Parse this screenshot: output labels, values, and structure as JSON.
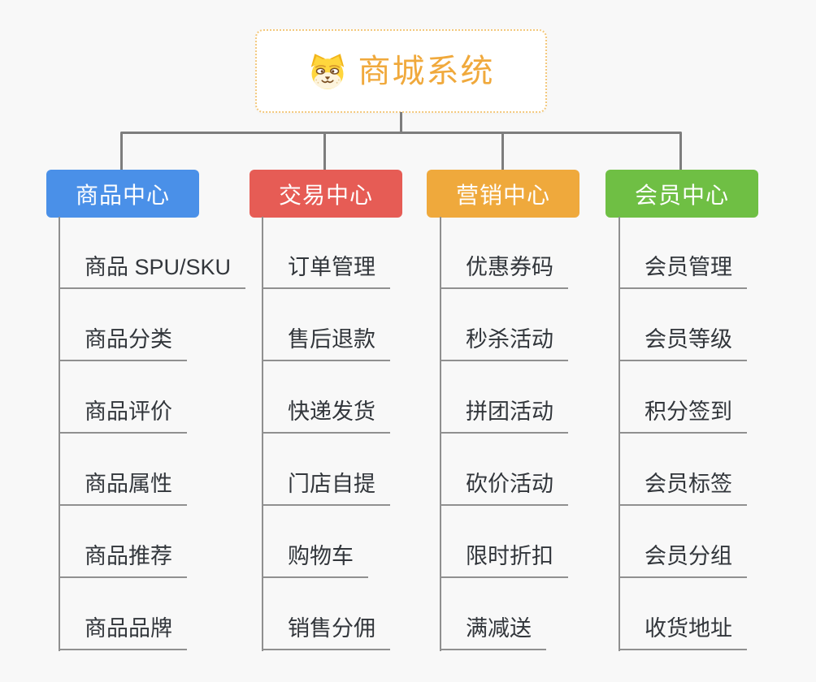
{
  "app": {
    "background_color": "#f8f8f8",
    "connector_color": "#7d7d7d",
    "leaf_text_color": "#32363b",
    "leaf_underline_color": "#909090"
  },
  "root": {
    "title": "商城系统",
    "icon": "shiba-dog-icon",
    "text_color": "#f0a93c",
    "border_color": "#f3c87c",
    "background": "#ffffff"
  },
  "branches": [
    {
      "label": "商品中心",
      "color": "#4a90e8",
      "children": [
        "商品 SPU/SKU",
        "商品分类",
        "商品评价",
        "商品属性",
        "商品推荐",
        "商品品牌"
      ]
    },
    {
      "label": "交易中心",
      "color": "#e65c55",
      "children": [
        "订单管理",
        "售后退款",
        "快递发货",
        "门店自提",
        "购物车",
        "销售分佣"
      ]
    },
    {
      "label": "营销中心",
      "color": "#efa93c",
      "children": [
        "优惠券码",
        "秒杀活动",
        "拼团活动",
        "砍价活动",
        "限时折扣",
        "满减送"
      ]
    },
    {
      "label": "会员中心",
      "color": "#6fbf44",
      "children": [
        "会员管理",
        "会员等级",
        "积分签到",
        "会员标签",
        "会员分组",
        "收货地址"
      ]
    }
  ]
}
